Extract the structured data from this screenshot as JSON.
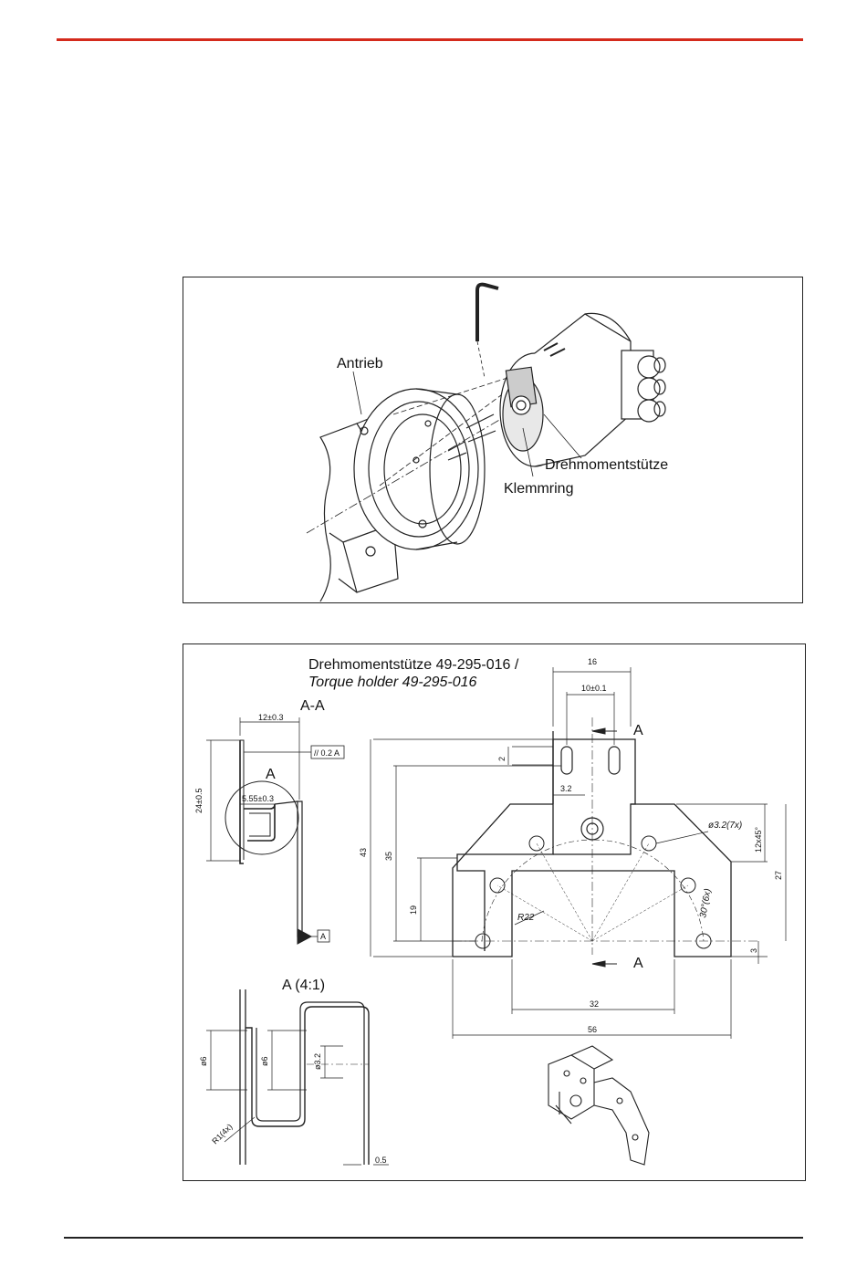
{
  "figure1": {
    "labels": {
      "antrieb": "Antrieb",
      "drehmomentstuetze": "Drehmomentstütze",
      "klemmring": "Klemmring"
    }
  },
  "figure2": {
    "title_de": "Drehmomentstütze 49-295-016 /",
    "title_en": "Torque holder 49-295-016",
    "section_aa": {
      "title": "A-A",
      "detail_marker": "A",
      "datum": "A",
      "dims": {
        "width": "12±0.3",
        "height": "24±0.5",
        "inner": "5.55±0.3",
        "tolerance": "// 0.2 A"
      }
    },
    "detail_a": {
      "title": "A (4:1)",
      "dims": {
        "d1": "ø6",
        "d2": "ø6",
        "d3": "ø3.2",
        "radius": "R1(4x)",
        "thickness": "0.5"
      }
    },
    "main_view": {
      "dims": {
        "w16": "16",
        "w10": "10±0.1",
        "d2": "2",
        "d32": "3.2",
        "h43": "43",
        "h35": "35",
        "h19": "19",
        "hole": "ø3.2(7x)",
        "chamfer": "12x45°",
        "h27": "27",
        "angle": "30°(6x)",
        "radius": "R22",
        "d3": "3",
        "w32": "32",
        "w56": "56"
      },
      "section_mark_top": "A",
      "section_mark_bottom": "A"
    }
  }
}
